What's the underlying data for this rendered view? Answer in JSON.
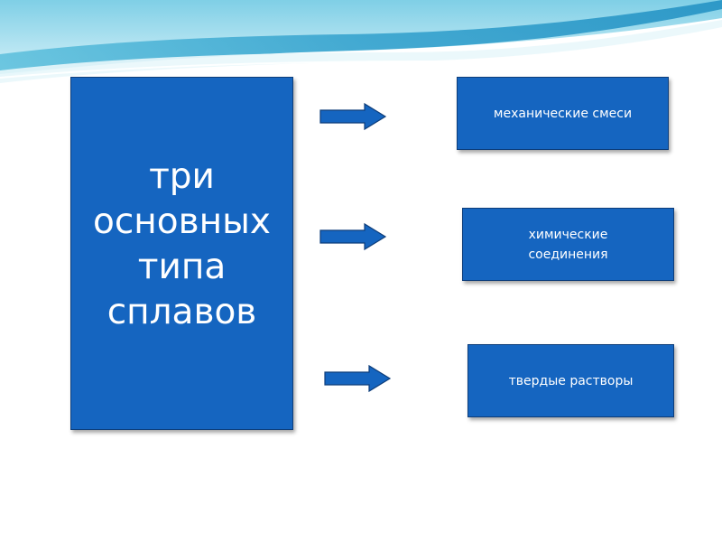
{
  "diagram": {
    "main_label": "три\nосновных\nтипа\nсплавов",
    "types": [
      {
        "label": "механические смеси"
      },
      {
        "label": "химические\nсоединения"
      },
      {
        "label": "твердые растворы"
      }
    ]
  },
  "colors": {
    "box_fill": "#1565c0",
    "box_border": "#0d3d7a",
    "text": "#ffffff",
    "wave_light": "#bfe9f5",
    "wave_dark": "#3aa9cf"
  }
}
